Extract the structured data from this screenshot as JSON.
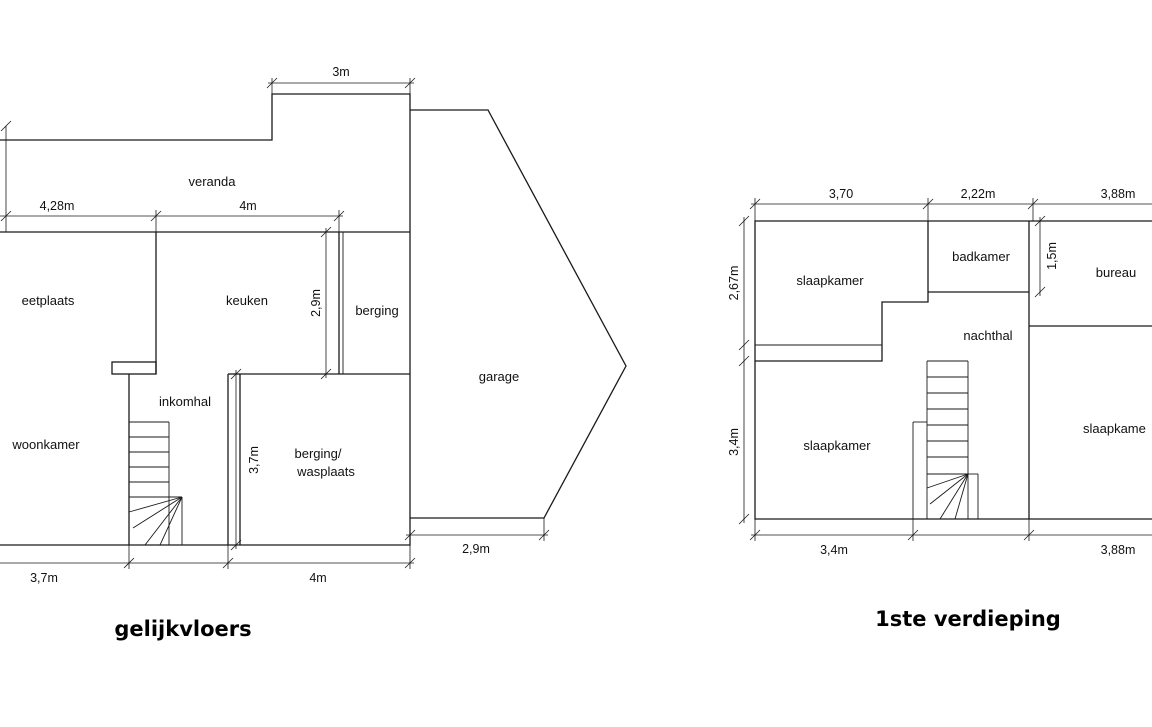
{
  "floors": [
    {
      "title": "gelijkvloers",
      "rooms": {
        "veranda": "veranda",
        "eetplaats": "eetplaats",
        "keuken": "keuken",
        "berging": "berging",
        "woonkamer": "woonkamer",
        "inkomhal": "inkomhal",
        "berging_was_1": "berging/",
        "berging_was_2": "wasplaats",
        "garage": "garage"
      },
      "dimensions": {
        "top_veranda": "3m",
        "left_width": "4,28m",
        "kitchen_width": "4m",
        "kitchen_height": "2,9m",
        "berging_height": "3,7m",
        "garage_width": "2,9m",
        "bottom_left": "3,7m",
        "bottom_right": "4m"
      }
    },
    {
      "title": "1ste verdieping",
      "rooms": {
        "slaapkamer_1": "slaapkamer",
        "badkamer": "badkamer",
        "bureau": "bureau",
        "nachthal": "nachthal",
        "slaapkamer_2": "slaapkamer",
        "slaapkamer_3": "slaapkame"
      },
      "dimensions": {
        "top_1": "3,70",
        "top_2": "2,22m",
        "top_3": "3,88m",
        "left_1": "2,67m",
        "badkamer_height": "1,5m",
        "left_2": "3,4m",
        "bottom_1": "3,4m",
        "bottom_2": "3,88m"
      }
    }
  ]
}
